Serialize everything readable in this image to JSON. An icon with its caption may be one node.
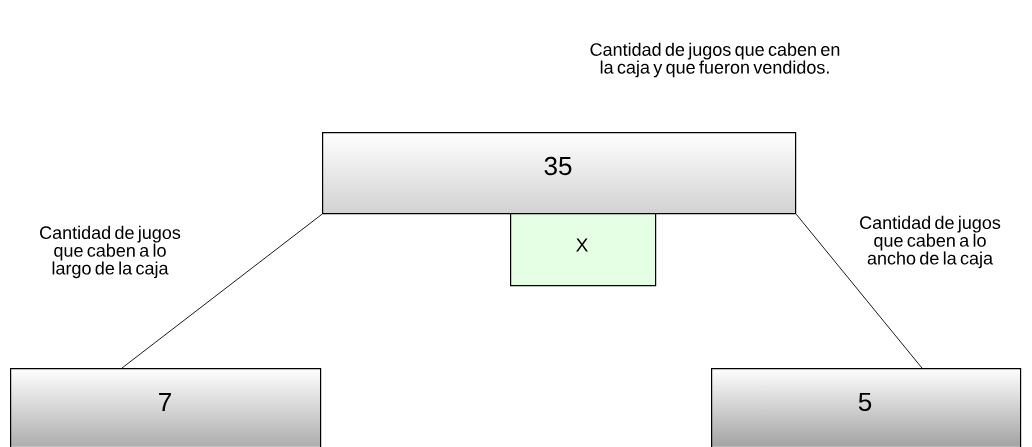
{
  "diagram": {
    "nodes": [
      {
        "text": [
          "35"
        ],
        "beside": [
          "Cantidad de jugos que caben en la caja y que fueron vendidos."
        ]
      },
      {
        "text": [
          "X"
        ]
      },
      {
        "text": [
          "7"
        ]
      },
      {
        "text": [
          "5"
        ]
      }
    ],
    "edges": [
      {
        "from": 0,
        "to": 2,
        "arrow": "none",
        "label": "Cantidad de jugos que caben a lo largo de la caja"
      },
      {
        "from": 0,
        "to": 3,
        "arrow": "none",
        "label": "Cantidad de jugos que caben a lo ancho de la caja"
      }
    ]
  }
}
